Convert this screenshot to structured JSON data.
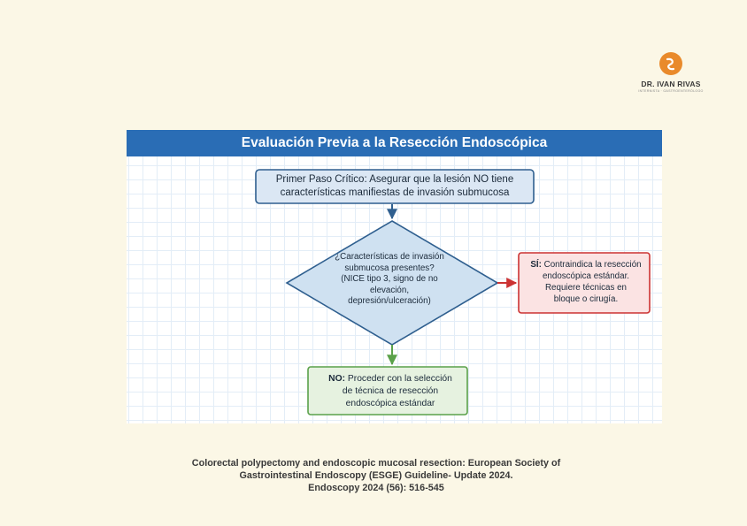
{
  "logo": {
    "name": "DR. IVAN RIVAS",
    "subtitle": "INTERNISTA · GASTROENTERÓLOGO",
    "colors": {
      "orange": "#e98a2b",
      "green": "#6aa43a"
    }
  },
  "figure": {
    "title": "Evaluación Previa a la Resección Endoscópica",
    "colors": {
      "title_bar": "#2a6db5",
      "step_fill": "#dbe7f4",
      "step_border": "#2f5f8f",
      "decision_fill": "#cfe1f1",
      "decision_border": "#2f5f8f",
      "yes_fill": "#fbe3e3",
      "yes_border": "#cc3333",
      "no_fill": "#e6f2e0",
      "no_border": "#5aa14a"
    },
    "step": {
      "line1": "Primer Paso Crítico: Asegurar que la lesión NO tiene",
      "line2": "características manifiestas de invasión submucosa"
    },
    "decision": {
      "line1": "¿Características de invasión",
      "line2": "submucosa presentes?",
      "line3": "(NICE tipo 3, signo de no",
      "line4": "elevación,",
      "line5": "depresión/ulceración)"
    },
    "yes_branch": {
      "label": "SÍ:",
      "line1_rest": " Contraindica la resección",
      "line2": "endoscópica estándar.",
      "line3": "Requiere técnicas en",
      "line4": "bloque o cirugía."
    },
    "no_branch": {
      "label": "NO:",
      "line1_rest": " Proceder con la selección",
      "line2": "de técnica de resección",
      "line3": "endoscópica estándar"
    }
  },
  "citation": {
    "line1": "Colorectal polypectomy and endoscopic mucosal resection: European Society  of",
    "line2": "Gastrointestinal Endoscopy (ESGE) Guideline- Update 2024.",
    "line3": "Endoscopy 2024 (56): 516-545"
  }
}
